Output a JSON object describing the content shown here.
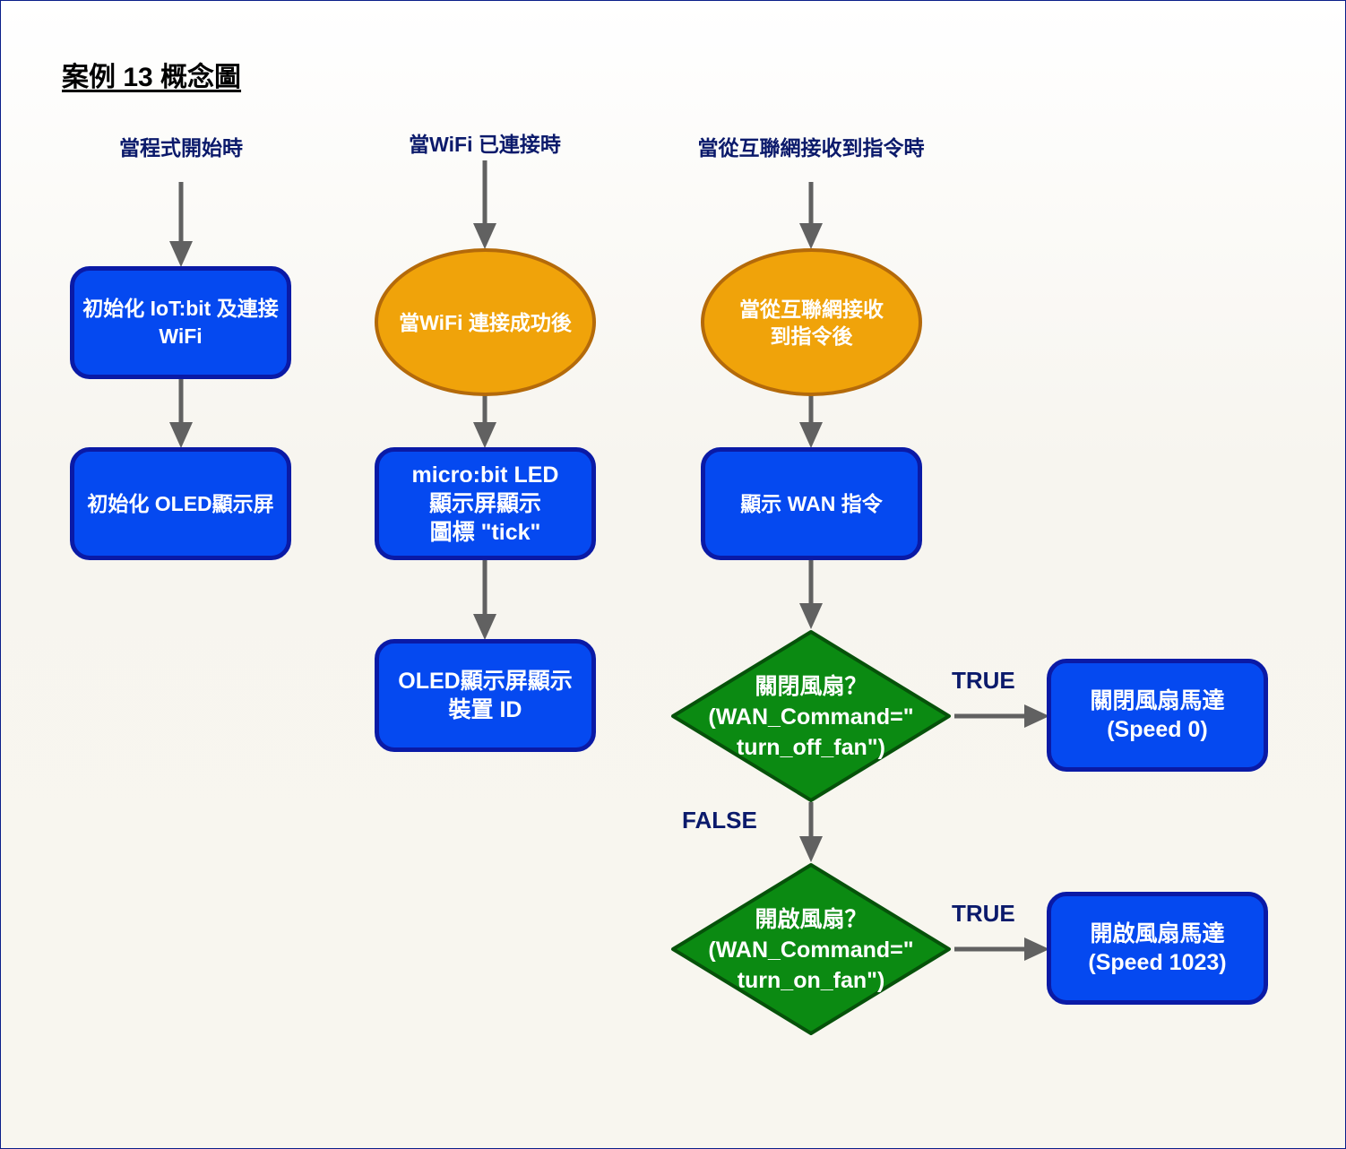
{
  "title": "案例 13 概念圖",
  "triggers": {
    "program_start": "當程式開始時",
    "wifi_connected": "當WiFi 已連接時",
    "command_received": "當從互聯網接收到指令時"
  },
  "column1": {
    "init_iot": [
      "初始化 IoT:bit 及連接",
      "WiFi"
    ],
    "init_oled": "初始化 OLED顯示屏"
  },
  "column2": {
    "event": "當WiFi 連接成功後",
    "show_icon": [
      "micro:bit LED",
      "顯示屏顯示",
      "圖標 \"tick\""
    ],
    "show_id": [
      "OLED顯示屏顯示",
      "裝置 ID"
    ]
  },
  "column3": {
    "event": [
      "當從互聯網接收",
      "到指令後"
    ],
    "show_cmd": "顯示 WAN 指令",
    "decision_off": [
      "關閉風扇？",
      "(WAN_Command=\"",
      "turn_off_fan\")"
    ],
    "decision_on": [
      "開啟風扇？",
      "(WAN_Command=\"",
      "turn_on_fan\")"
    ],
    "action_off": [
      "關閉風扇馬達",
      "(Speed 0)"
    ],
    "action_on": [
      "開啟風扇馬達",
      "(Speed 1023)"
    ]
  },
  "edge_labels": {
    "true_1": "TRUE",
    "false_1": "FALSE",
    "true_2": "TRUE"
  },
  "colors": {
    "process_fill": "#0549f0",
    "process_border": "#0a1aa6",
    "event_fill": "#f0a30a",
    "event_border": "#b46a0a",
    "decision_fill": "#0b8a12",
    "decision_border": "#06520a",
    "arrow": "#616161",
    "label_text": "#0b1a6b"
  }
}
